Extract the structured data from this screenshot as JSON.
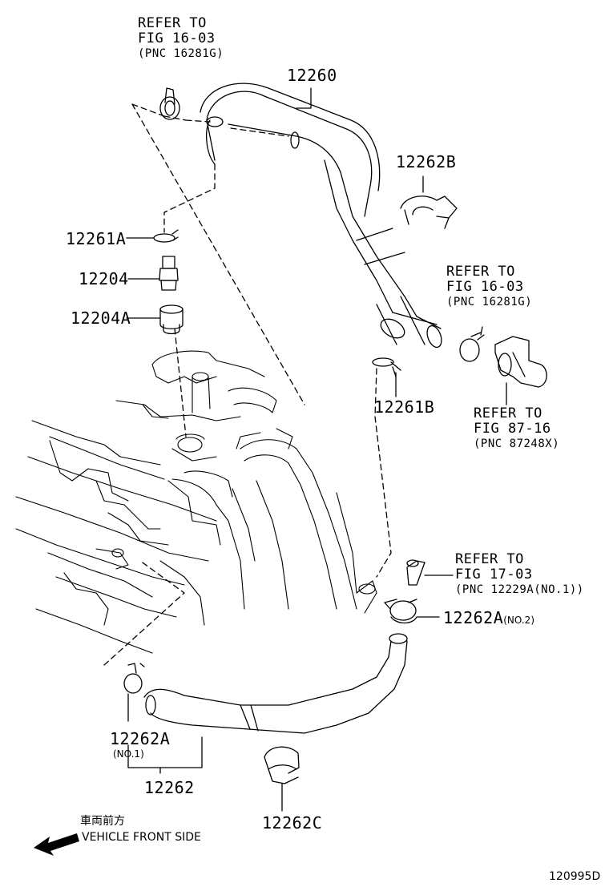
{
  "refs": {
    "top": {
      "line1": "REFER TO",
      "line2": "FIG 16-03",
      "line3": "(PNC 16281G)"
    },
    "right_mid": {
      "line1": "REFER TO",
      "line2": "FIG 16-03",
      "line3": "(PNC 16281G)"
    },
    "fig87": {
      "line1": "REFER TO",
      "line2": "FIG 87-16",
      "line3": "(PNC 87248X)"
    },
    "fig17": {
      "line1": "REFER TO",
      "line2": "FIG 17-03",
      "line3": "(PNC 12229A(NO.1))"
    }
  },
  "parts": {
    "p12260": "12260",
    "p12262B": "12262B",
    "p12261A": "12261A",
    "p12204": "12204",
    "p12204A": "12204A",
    "p12261B": "12261B",
    "p12262A_no2": "12262A",
    "p12262A_no2_sub": "(NO.2)",
    "p12262A_no1": "12262A",
    "p12262A_no1_sub": "(NO.1)",
    "p12262": "12262",
    "p12262C": "12262C"
  },
  "direction": {
    "jp": "車両前方",
    "en": "VEHICLE FRONT SIDE",
    "arrow_icon": "arrow-left-icon"
  },
  "footer": {
    "code": "120995D"
  }
}
